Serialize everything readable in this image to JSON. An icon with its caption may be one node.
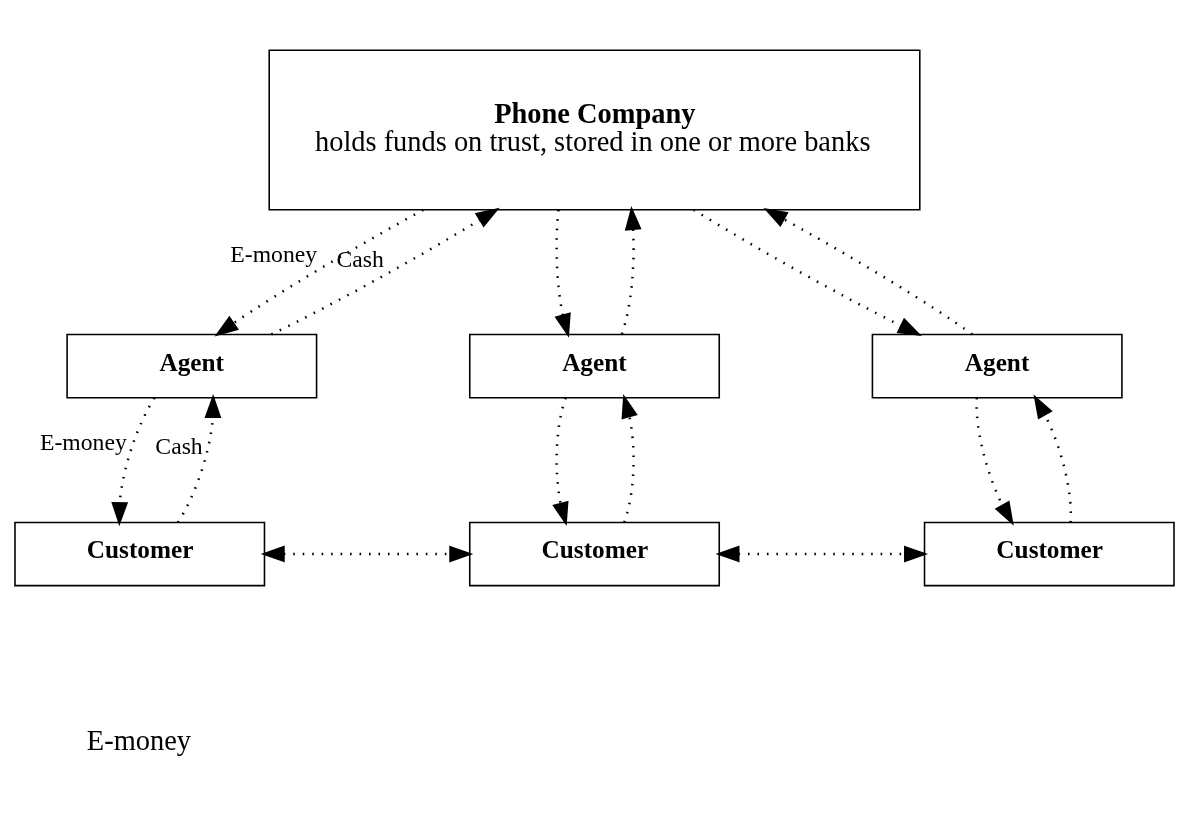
{
  "diagram": {
    "nodes": [
      {
        "text": [
          "Phone Company",
          "holds funds on trust, stored in one or more banks"
        ]
      },
      {
        "text": [
          "Agent"
        ]
      },
      {
        "text": [
          "Agent"
        ]
      },
      {
        "text": [
          "Agent"
        ]
      },
      {
        "text": [
          "Customer"
        ]
      },
      {
        "text": [
          "Customer"
        ]
      },
      {
        "text": [
          "Customer"
        ]
      }
    ],
    "edges": [
      {
        "from": 1,
        "to": 0,
        "arrow": "to",
        "label": "Cash"
      },
      {
        "from": 0,
        "to": 1,
        "arrow": "to",
        "label": "E-money"
      },
      {
        "from": 2,
        "to": 0,
        "arrow": "to"
      },
      {
        "from": 0,
        "to": 2,
        "arrow": "to"
      },
      {
        "from": 3,
        "to": 0,
        "arrow": "to"
      },
      {
        "from": 0,
        "to": 3,
        "arrow": "to"
      },
      {
        "from": 4,
        "to": 1,
        "arrow": "to",
        "label": "Cash"
      },
      {
        "from": 1,
        "to": 4,
        "arrow": "to",
        "label": "E-money"
      },
      {
        "from": 5,
        "to": 2,
        "arrow": "to"
      },
      {
        "from": 2,
        "to": 5,
        "arrow": "to"
      },
      {
        "from": 6,
        "to": 3,
        "arrow": "to"
      },
      {
        "from": 3,
        "to": 6,
        "arrow": "to"
      },
      {
        "from": 4,
        "to": 5,
        "arrow": "both"
      },
      {
        "from": 5,
        "to": 6,
        "arrow": "both"
      }
    ],
    "labels": [
      "E-money"
    ]
  }
}
